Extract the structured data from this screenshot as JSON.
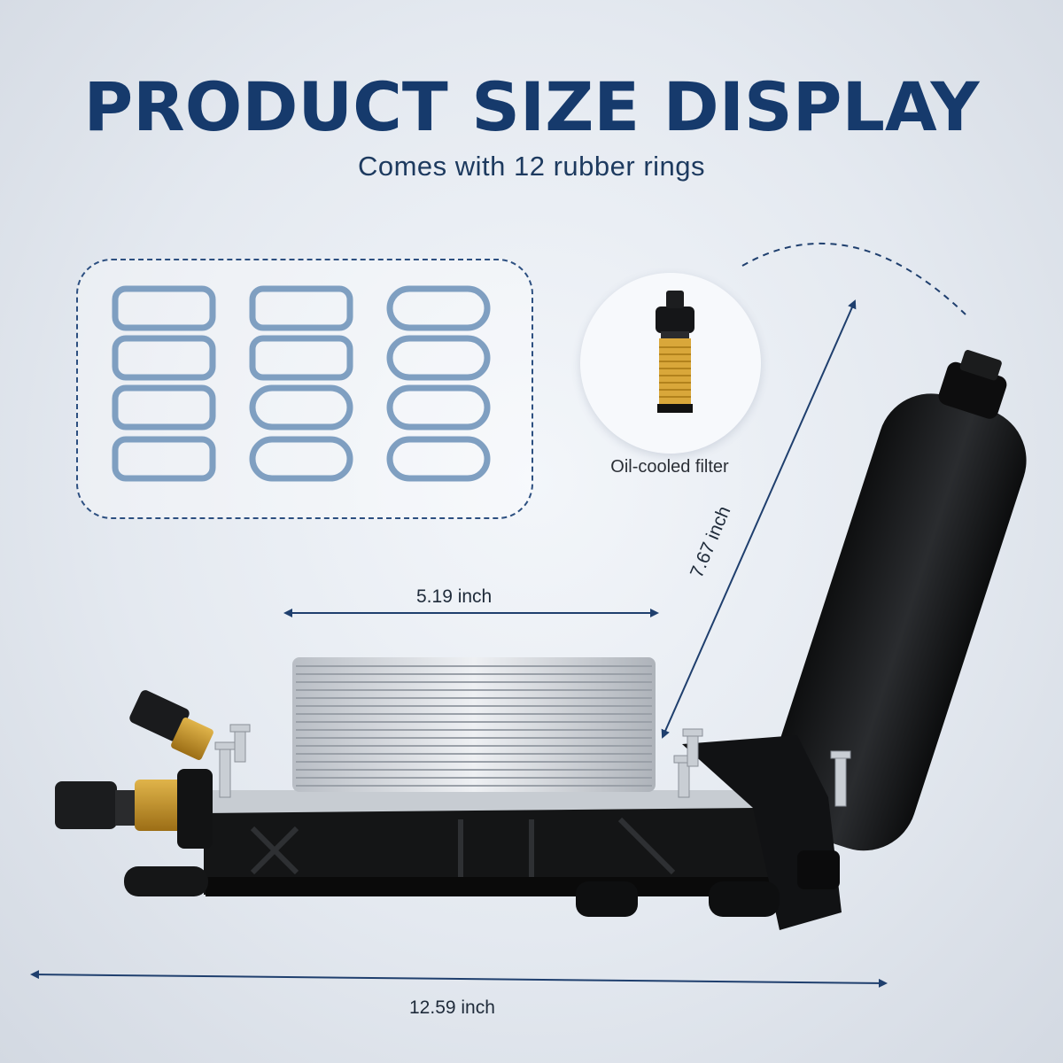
{
  "header": {
    "title": "PRODUCT SIZE DISPLAY",
    "subtitle": "Comes with 12 rubber rings"
  },
  "accessories": {
    "filter_label": "Oil-cooled filter",
    "ring_count": 12
  },
  "dimensions": {
    "width": "5.19 inch",
    "height": "7.67 inch",
    "total_length": "12.59 inch"
  },
  "colors": {
    "title": "#163a6c",
    "ring": "#7f9fc1",
    "dashed_border": "#2c4f80",
    "arrow": "#1f3f6e"
  }
}
